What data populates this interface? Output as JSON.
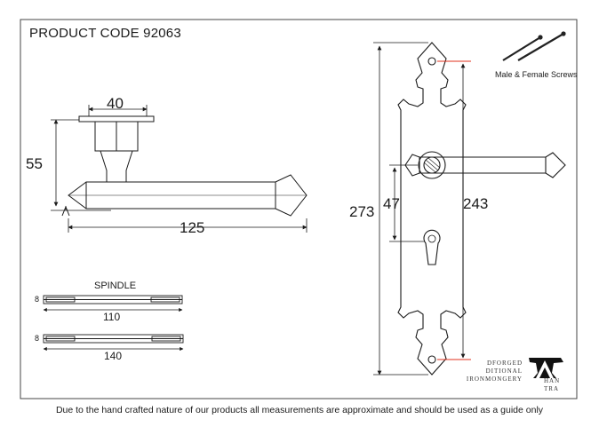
{
  "header": {
    "product_code": "PRODUCT CODE 92063"
  },
  "screws": {
    "label": "Male & Female Screws"
  },
  "handle_side": {
    "width": "40",
    "height": "55",
    "length": "125"
  },
  "plate": {
    "total_height": "273",
    "spacing": "47",
    "fixing_centres": "243"
  },
  "spindle": {
    "title": "SPINDLE",
    "items": [
      {
        "size": "8",
        "length": "110"
      },
      {
        "size": "8",
        "length": "140"
      }
    ]
  },
  "brand": {
    "text_lines": [
      "DFORGED",
      "DITIONAL",
      "IRONMONGERY"
    ],
    "logo_lines": [
      "HAN",
      "TRA"
    ]
  },
  "footer": {
    "disclaimer": "Due to the hand crafted nature of our products all measurements are approximate and should be used as a guide only"
  }
}
